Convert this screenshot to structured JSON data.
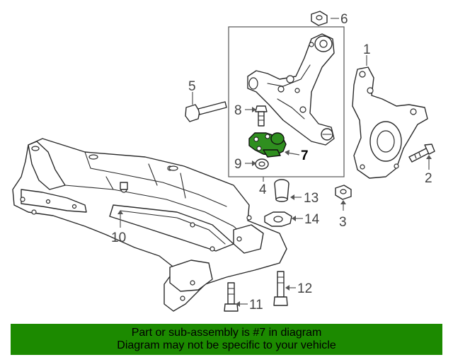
{
  "callouts": {
    "n1": "1",
    "n2": "2",
    "n3": "3",
    "n4": "4",
    "n5": "5",
    "n6": "6",
    "n7": "7",
    "n8": "8",
    "n9": "9",
    "n10": "10",
    "n11": "11",
    "n12": "12",
    "n13": "13",
    "n14": "14"
  },
  "highlight_part": "7",
  "highlight_color": "#2f8f1f",
  "banner": {
    "line1": "Part or sub-assembly is #7 in diagram",
    "line2": "Diagram may not be specific to your vehicle",
    "background": "#1c8a00"
  }
}
